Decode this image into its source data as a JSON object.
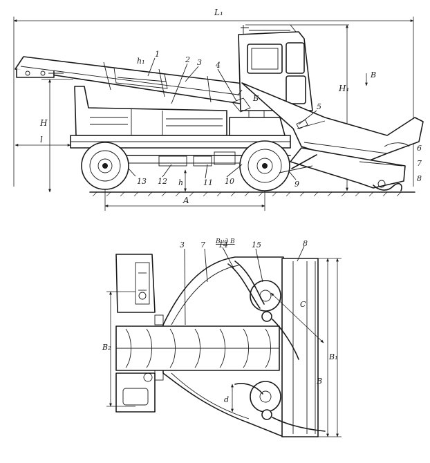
{
  "side_view": {
    "dimensions": {
      "overall_length": "L₁",
      "overall_height": "H₁",
      "height": "H",
      "overhang": "l",
      "ground_clearance": "h",
      "wheelbase": "A",
      "conveyor_height": "h₁",
      "view_arrow": "В"
    },
    "callouts": [
      "1",
      "2",
      "3",
      "4",
      "5",
      "6",
      "7",
      "8",
      "9",
      "10",
      "11",
      "12",
      "13",
      "Б"
    ]
  },
  "top_view": {
    "title": "Вид В",
    "dimensions": {
      "width_b": "B",
      "width_b1": "B₁",
      "width_b2": "B₂",
      "dim_c": "C",
      "dim_d": "d"
    },
    "callouts": [
      "3",
      "7",
      "14",
      "15",
      "8"
    ]
  }
}
